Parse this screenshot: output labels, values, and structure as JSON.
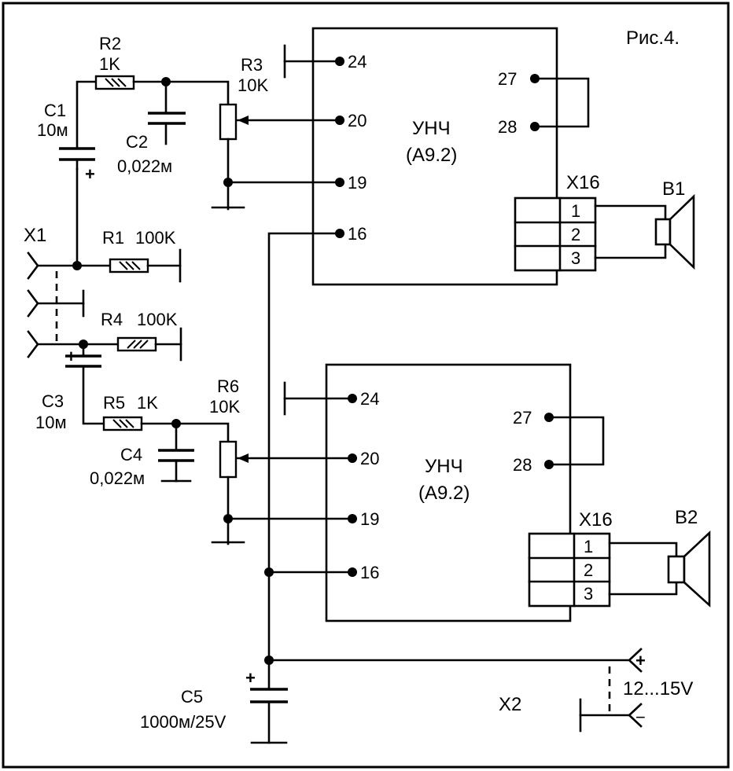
{
  "figure_label": "Рис.4.",
  "components": {
    "R2": {
      "ref": "R2",
      "value": "1K"
    },
    "R3": {
      "ref": "R3",
      "value": "10K"
    },
    "C1": {
      "ref": "C1",
      "value": "10м"
    },
    "C2": {
      "ref": "C2",
      "value": "0,022м"
    },
    "R1": {
      "ref": "R1",
      "value": "100K"
    },
    "R4": {
      "ref": "R4",
      "value": "100K"
    },
    "C3": {
      "ref": "C3",
      "value": "10м"
    },
    "R5": {
      "ref": "R5",
      "value": "1K"
    },
    "R6": {
      "ref": "R6",
      "value": "10K"
    },
    "C4": {
      "ref": "C4",
      "value": "0,022м"
    },
    "C5": {
      "ref": "C5",
      "value": "1000м/25V"
    }
  },
  "connectors": {
    "X1": "X1",
    "X2": "X2",
    "supply": "12...15V",
    "plus": "+",
    "minus": "−"
  },
  "amplifiers": [
    {
      "name": "УНЧ",
      "module": "(A9.2)",
      "pins": [
        "24",
        "20",
        "19",
        "16",
        "27",
        "28"
      ],
      "connector": "X16",
      "connector_pins": [
        "1",
        "2",
        "3"
      ],
      "speaker": "B1"
    },
    {
      "name": "УНЧ",
      "module": "(A9.2)",
      "pins": [
        "24",
        "20",
        "19",
        "16",
        "27",
        "28"
      ],
      "connector": "X16",
      "connector_pins": [
        "1",
        "2",
        "3"
      ],
      "speaker": "B2"
    }
  ]
}
